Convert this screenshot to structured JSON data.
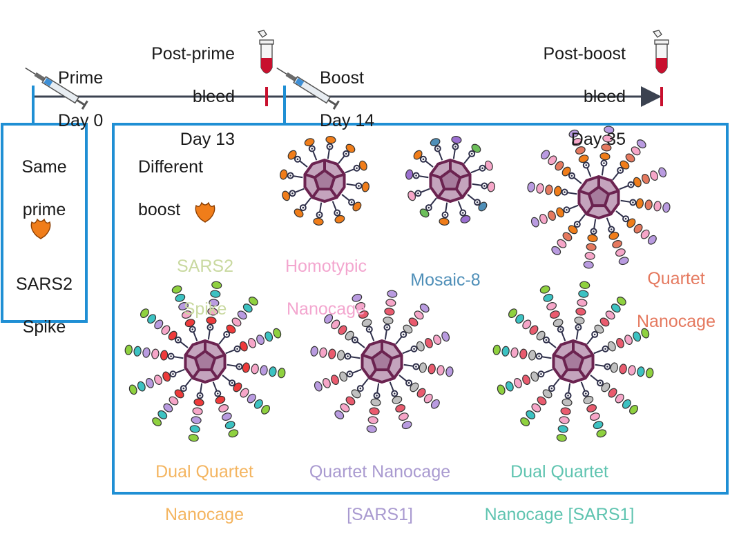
{
  "timeline": {
    "prime": {
      "line1": "Prime",
      "line2": "Day 0"
    },
    "post_prime": {
      "line1": "Post-prime",
      "line2": "bleed",
      "line3": "Day 13"
    },
    "boost": {
      "line1": "Boost",
      "line2": "Day 14"
    },
    "post_boost": {
      "line1": "Post-boost",
      "line2": "bleed",
      "line3": "Day 35"
    }
  },
  "left_panel": {
    "title_line1": "Same",
    "title_line2": "prime",
    "item_line1": "SARS2",
    "item_line2": "Spike"
  },
  "right_panel": {
    "title_line1": "Different",
    "title_line2": "boost",
    "items": [
      {
        "line1": "SARS2",
        "line2": "Spike",
        "color": "#c9d9a0"
      },
      {
        "line1": "Homotypic",
        "line2": "Nanocage",
        "color": "#f3a6cf"
      },
      {
        "line1": "Mosaic-8",
        "line2": "",
        "color": "#4f8fb8"
      },
      {
        "line1": "Quartet",
        "line2": "Nanocage",
        "color": "#e5795f"
      },
      {
        "line1": "Dual Quartet",
        "line2": "Nanocage",
        "color": "#f4b560"
      },
      {
        "line1": "Quartet Nanocage",
        "line2": "[SARS1]",
        "color": "#a99ad0"
      },
      {
        "line1": "Dual Quartet",
        "line2": "Nanocage [SARS1]",
        "color": "#5fc4b0"
      }
    ]
  },
  "colors": {
    "panel_border": "#1f8fd4",
    "timeline_axis": "#3b4250",
    "bleed_marker": "#c8102e",
    "cage": "#6b2350",
    "spike_orange": "#f07d1a"
  }
}
